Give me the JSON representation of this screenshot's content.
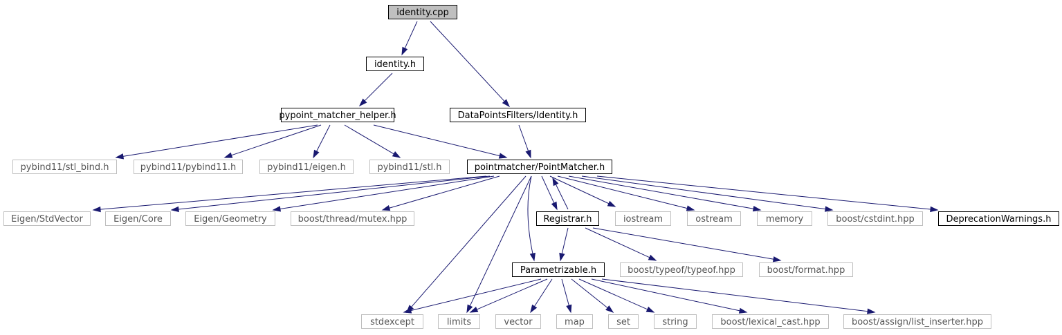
{
  "colors": {
    "edge": "#191970",
    "root_fill": "#bfbfbf",
    "internal_border": "#000000",
    "external_border": "#bfbfbf",
    "external_text": "#555555"
  },
  "nodes": [
    {
      "id": "identity_cpp",
      "label": "identity.cpp",
      "kind": "root"
    },
    {
      "id": "identity_h",
      "label": "identity.h",
      "kind": "internal"
    },
    {
      "id": "dpf_identity_h",
      "label": "DataPointsFilters/Identity.h",
      "kind": "internal"
    },
    {
      "id": "pypoint_helper",
      "label": "pypoint_matcher_helper.h",
      "kind": "internal"
    },
    {
      "id": "stl_bind",
      "label": "pybind11/stl_bind.h",
      "kind": "external"
    },
    {
      "id": "pybind11_h",
      "label": "pybind11/pybind11.h",
      "kind": "external"
    },
    {
      "id": "eigen_h",
      "label": "pybind11/eigen.h",
      "kind": "external"
    },
    {
      "id": "stl_h",
      "label": "pybind11/stl.h",
      "kind": "external"
    },
    {
      "id": "pointmatcher_h",
      "label": "pointmatcher/PointMatcher.h",
      "kind": "internal"
    },
    {
      "id": "eigen_stdvector",
      "label": "Eigen/StdVector",
      "kind": "external"
    },
    {
      "id": "eigen_core",
      "label": "Eigen/Core",
      "kind": "external"
    },
    {
      "id": "eigen_geometry",
      "label": "Eigen/Geometry",
      "kind": "external"
    },
    {
      "id": "boost_mutex",
      "label": "boost/thread/mutex.hpp",
      "kind": "external"
    },
    {
      "id": "registrar_h",
      "label": "Registrar.h",
      "kind": "internal"
    },
    {
      "id": "iostream",
      "label": "iostream",
      "kind": "external"
    },
    {
      "id": "ostream",
      "label": "ostream",
      "kind": "external"
    },
    {
      "id": "memory",
      "label": "memory",
      "kind": "external"
    },
    {
      "id": "boost_cstdint",
      "label": "boost/cstdint.hpp",
      "kind": "external"
    },
    {
      "id": "deprecation",
      "label": "DeprecationWarnings.h",
      "kind": "internal"
    },
    {
      "id": "parametrizable_h",
      "label": "Parametrizable.h",
      "kind": "internal"
    },
    {
      "id": "boost_typeof",
      "label": "boost/typeof/typeof.hpp",
      "kind": "external"
    },
    {
      "id": "boost_format",
      "label": "boost/format.hpp",
      "kind": "external"
    },
    {
      "id": "stdexcept",
      "label": "stdexcept",
      "kind": "external"
    },
    {
      "id": "limits",
      "label": "limits",
      "kind": "external"
    },
    {
      "id": "vector",
      "label": "vector",
      "kind": "external"
    },
    {
      "id": "map",
      "label": "map",
      "kind": "external"
    },
    {
      "id": "set",
      "label": "set",
      "kind": "external"
    },
    {
      "id": "string",
      "label": "string",
      "kind": "external"
    },
    {
      "id": "boost_lexical",
      "label": "boost/lexical_cast.hpp",
      "kind": "external"
    },
    {
      "id": "boost_assign",
      "label": "boost/assign/list_inserter.hpp",
      "kind": "external"
    }
  ],
  "edges": [
    [
      "identity_cpp",
      "identity_h"
    ],
    [
      "identity_cpp",
      "dpf_identity_h"
    ],
    [
      "identity_h",
      "pypoint_helper"
    ],
    [
      "pypoint_helper",
      "stl_bind"
    ],
    [
      "pypoint_helper",
      "pybind11_h"
    ],
    [
      "pypoint_helper",
      "eigen_h"
    ],
    [
      "pypoint_helper",
      "stl_h"
    ],
    [
      "pypoint_helper",
      "pointmatcher_h"
    ],
    [
      "dpf_identity_h",
      "pointmatcher_h"
    ],
    [
      "pointmatcher_h",
      "eigen_stdvector"
    ],
    [
      "pointmatcher_h",
      "eigen_core"
    ],
    [
      "pointmatcher_h",
      "eigen_geometry"
    ],
    [
      "pointmatcher_h",
      "boost_mutex"
    ],
    [
      "pointmatcher_h",
      "registrar_h"
    ],
    [
      "pointmatcher_h",
      "iostream"
    ],
    [
      "pointmatcher_h",
      "ostream"
    ],
    [
      "pointmatcher_h",
      "memory"
    ],
    [
      "pointmatcher_h",
      "boost_cstdint"
    ],
    [
      "pointmatcher_h",
      "deprecation"
    ],
    [
      "pointmatcher_h",
      "parametrizable_h"
    ],
    [
      "pointmatcher_h",
      "stdexcept"
    ],
    [
      "pointmatcher_h",
      "limits"
    ],
    [
      "registrar_h",
      "pointmatcher_h"
    ],
    [
      "registrar_h",
      "parametrizable_h"
    ],
    [
      "registrar_h",
      "boost_typeof"
    ],
    [
      "registrar_h",
      "boost_format"
    ],
    [
      "parametrizable_h",
      "stdexcept"
    ],
    [
      "parametrizable_h",
      "limits"
    ],
    [
      "parametrizable_h",
      "vector"
    ],
    [
      "parametrizable_h",
      "map"
    ],
    [
      "parametrizable_h",
      "set"
    ],
    [
      "parametrizable_h",
      "string"
    ],
    [
      "parametrizable_h",
      "boost_lexical"
    ],
    [
      "parametrizable_h",
      "boost_assign"
    ]
  ]
}
